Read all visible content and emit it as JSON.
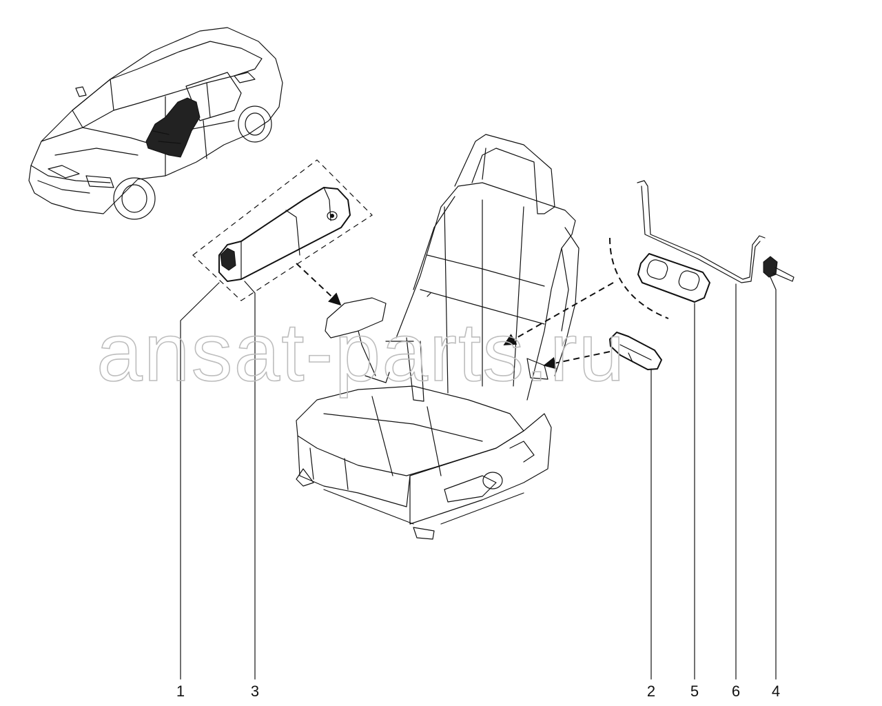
{
  "diagram": {
    "watermark": "ansat-parts.ru",
    "callouts": [
      {
        "id": "1",
        "label": "1"
      },
      {
        "id": "3",
        "label": "3"
      },
      {
        "id": "2",
        "label": "2"
      },
      {
        "id": "5",
        "label": "5"
      },
      {
        "id": "6",
        "label": "6"
      },
      {
        "id": "4",
        "label": "4"
      }
    ],
    "colors": {
      "line": "#111111",
      "watermark": "#bdbdbd",
      "background": "#ffffff"
    }
  }
}
